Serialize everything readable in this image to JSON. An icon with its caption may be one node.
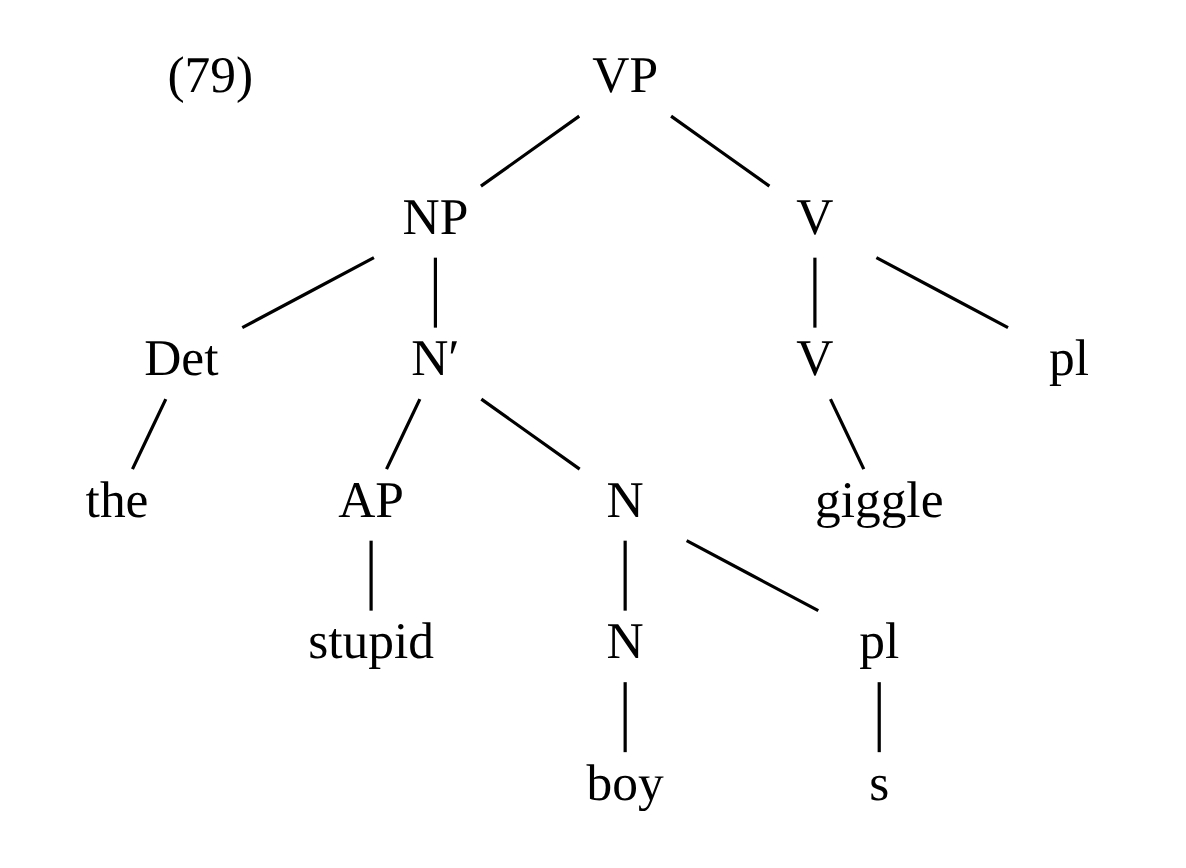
{
  "diagram": {
    "nodes": [
      {
        "text": [
          "VP"
        ]
      },
      {
        "text": [
          "NP"
        ]
      },
      {
        "text": [
          "V"
        ]
      },
      {
        "text": [
          "Det"
        ]
      },
      {
        "text": [
          "N′"
        ]
      },
      {
        "text": [
          "V"
        ]
      },
      {
        "text": [
          "pl"
        ]
      },
      {
        "text": [
          "the"
        ]
      },
      {
        "text": [
          "AP"
        ]
      },
      {
        "text": [
          "N"
        ]
      },
      {
        "text": [
          "giggle"
        ]
      },
      {
        "text": [
          "stupid"
        ]
      },
      {
        "text": [
          "N"
        ]
      },
      {
        "text": [
          "pl"
        ]
      },
      {
        "text": [
          "boy"
        ]
      },
      {
        "text": [
          "s"
        ]
      }
    ],
    "edges": [
      {
        "from": 0,
        "to": 1,
        "arrow": "none"
      },
      {
        "from": 0,
        "to": 2,
        "arrow": "none"
      },
      {
        "from": 1,
        "to": 3,
        "arrow": "none"
      },
      {
        "from": 1,
        "to": 4,
        "arrow": "none"
      },
      {
        "from": 2,
        "to": 5,
        "arrow": "none"
      },
      {
        "from": 2,
        "to": 6,
        "arrow": "none"
      },
      {
        "from": 3,
        "to": 7,
        "arrow": "none"
      },
      {
        "from": 4,
        "to": 8,
        "arrow": "none"
      },
      {
        "from": 4,
        "to": 9,
        "arrow": "none"
      },
      {
        "from": 5,
        "to": 10,
        "arrow": "none"
      },
      {
        "from": 8,
        "to": 11,
        "arrow": "none"
      },
      {
        "from": 9,
        "to": 12,
        "arrow": "none"
      },
      {
        "from": 9,
        "to": 13,
        "arrow": "none"
      },
      {
        "from": 12,
        "to": 14,
        "arrow": "none"
      },
      {
        "from": 13,
        "to": 15,
        "arrow": "none"
      }
    ],
    "labels": [
      "(79)"
    ]
  }
}
